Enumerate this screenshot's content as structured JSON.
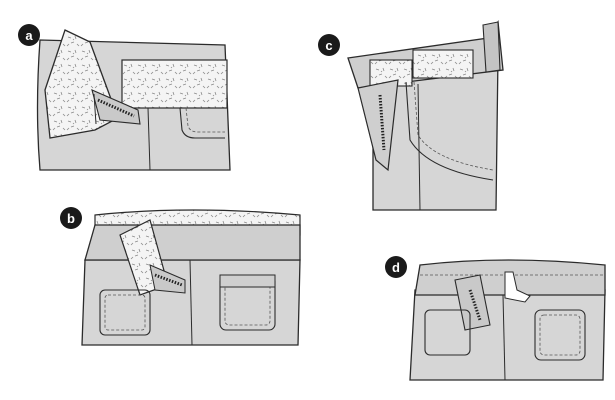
{
  "steps": [
    {
      "label": "a"
    },
    {
      "label": "b"
    },
    {
      "label": "c"
    },
    {
      "label": "d"
    }
  ],
  "colors": {
    "fabric": "#d9d9d9",
    "fabric_dark": "#bdbdbd",
    "facing": "#f2f2f2",
    "outline": "#2b2b2b",
    "badge": "#1a1a1a"
  }
}
